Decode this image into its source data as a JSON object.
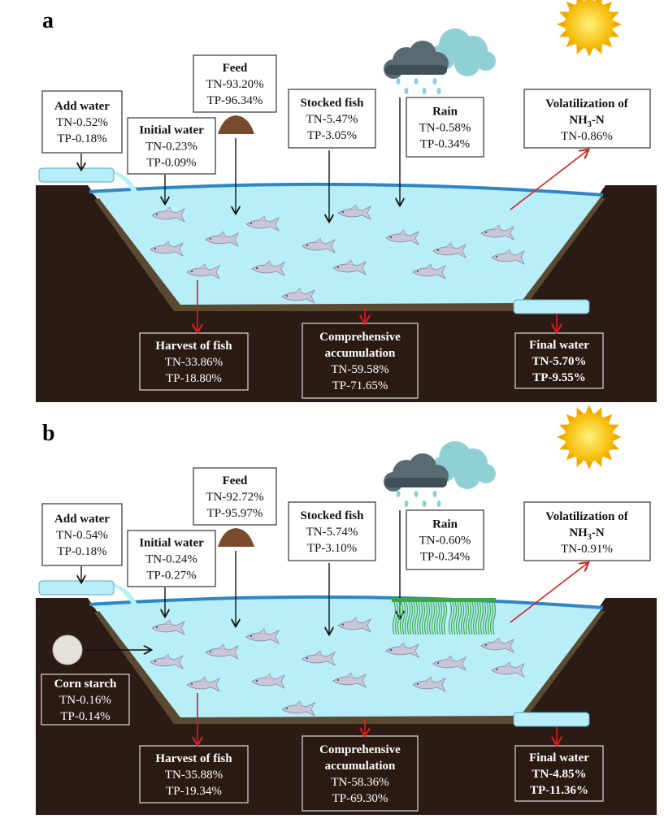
{
  "panels": [
    {
      "label": "a",
      "add_water": {
        "title": "Add water",
        "tn": "TN-0.52%",
        "tp": "TP-0.18%"
      },
      "initial_water": {
        "title": "Initial water",
        "tn": "TN-0.23%",
        "tp": "TP-0.09%"
      },
      "feed": {
        "title": "Feed",
        "tn": "TN-93.20%",
        "tp": "TP-96.34%"
      },
      "stocked_fish": {
        "title": "Stocked fish",
        "tn": "TN-5.47%",
        "tp": "TP-3.05%"
      },
      "rain": {
        "title": "Rain",
        "tn": "TN-0.58%",
        "tp": "TP-0.34%"
      },
      "volatilization": {
        "title1": "Volatilization of",
        "title2": "NH",
        "sub": "3",
        "title3": "-N",
        "tn": "TN-0.86%"
      },
      "harvest": {
        "title": "Harvest of fish",
        "tn": "TN-33.86%",
        "tp": "TP-18.80%"
      },
      "accumulation": {
        "title1": "Comprehensive",
        "title2": "accumulation",
        "tn": "TN-59.58%",
        "tp": "TP-71.65%"
      },
      "final_water": {
        "title": "Final water",
        "tn": "TN-5.70%",
        "tp": "TP-9.55%"
      }
    },
    {
      "label": "b",
      "add_water": {
        "title": "Add water",
        "tn": "TN-0.54%",
        "tp": "TP-0.18%"
      },
      "initial_water": {
        "title": "Initial water",
        "tn": "TN-0.24%",
        "tp": "TP-0.27%"
      },
      "feed": {
        "title": "Feed",
        "tn": "TN-92.72%",
        "tp": "TP-95.97%"
      },
      "stocked_fish": {
        "title": "Stocked fish",
        "tn": "TN-5.74%",
        "tp": "TP-3.10%"
      },
      "rain": {
        "title": "Rain",
        "tn": "TN-0.60%",
        "tp": "TP-0.34%"
      },
      "volatilization": {
        "title1": "Volatilization of",
        "title2": "NH",
        "sub": "3",
        "title3": "-N",
        "tn": "TN-0.91%"
      },
      "harvest": {
        "title": "Harvest of fish",
        "tn": "TN-35.88%",
        "tp": "TP-19.34%"
      },
      "accumulation": {
        "title1": "Comprehensive",
        "title2": "accumulation",
        "tn": "TN-58.36%",
        "tp": "TP-69.30%"
      },
      "final_water": {
        "title": "Final water",
        "tn": "TN-4.85%",
        "tp": "TP-11.36%"
      },
      "corn_starch": {
        "title": "Corn starch",
        "tn": "TN-0.16%",
        "tp": "TP-0.14%"
      }
    }
  ],
  "colors": {
    "soil": "#2b1b14",
    "water": "#b8eef7",
    "water_surface": "#2f86c4",
    "sediment": "#5b4a32",
    "arrow_in": "#111111",
    "arrow_out": "#d81e1e",
    "plants": "#3aa84a"
  }
}
